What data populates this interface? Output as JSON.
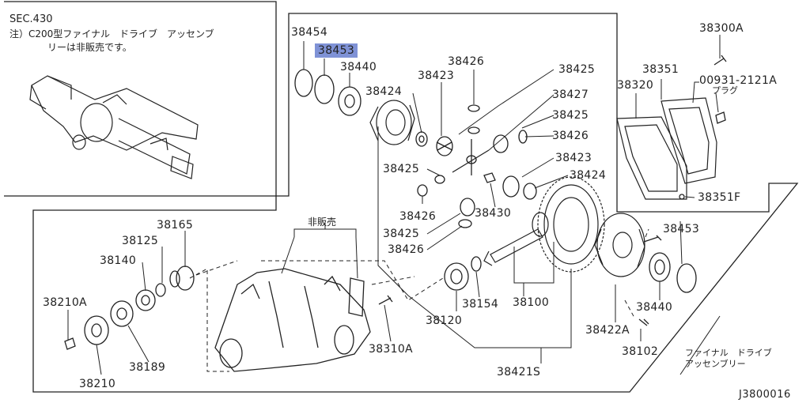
{
  "section_note": {
    "sec": "SEC.430",
    "line1": "注）C200型ファイナル　ドライブ　アッセンブ",
    "line2": "リーは非販売です。"
  },
  "housing_label": "非販売",
  "final_drive_label": {
    "line1": "ファイナル　ドライブ",
    "line2": "アッセンブリー"
  },
  "plug_label": "プラグ",
  "diagram_code": "J3800016",
  "highlight_color": "#7f92d6",
  "parts": {
    "p38454": "38454",
    "p38453_top": "38453",
    "p38440_top": "38440",
    "p38426_a": "38426",
    "p38423_a": "38423",
    "p38425_a": "38425",
    "p38424_a": "38424",
    "p38427": "38427",
    "p38425_b": "38425",
    "p38426_b": "38426",
    "p38423_b": "38423",
    "p38424_b": "38424",
    "p38425_c": "38425",
    "p38426_c": "38426",
    "p38430": "38430",
    "p38425_d": "38425",
    "p38426_d": "38426",
    "p38300A": "38300A",
    "p38351": "38351",
    "p38320": "38320",
    "p00931": "00931-2121A",
    "p38351F": "38351F",
    "p38165": "38165",
    "p38125": "38125",
    "p38140": "38140",
    "p38210A": "38210A",
    "p38189": "38189",
    "p38210": "38210",
    "p38310A": "38310A",
    "p38120": "38120",
    "p38154": "38154",
    "p38100": "38100",
    "p38453_bot": "38453",
    "p38440_bot": "38440",
    "p38422A": "38422A",
    "p38102": "38102",
    "p38421S": "38421S"
  }
}
